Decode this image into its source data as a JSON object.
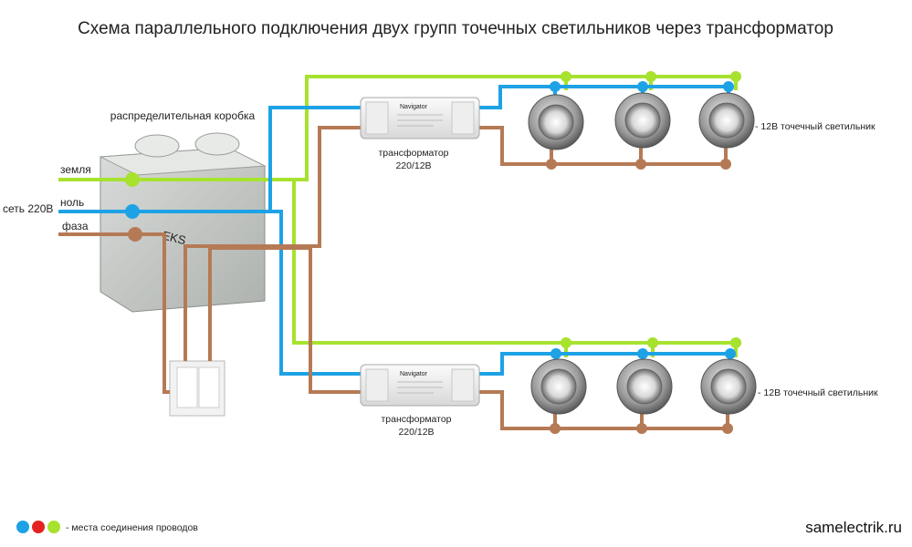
{
  "title": "Схема параллельного подключения двух групп точечных светильников через трансформатор",
  "box": {
    "label": "распределительная коробка",
    "brand": "EKS"
  },
  "mains": {
    "network": "сеть 220В",
    "earth": "земля",
    "neutral": "ноль",
    "phase": "фаза"
  },
  "transformers": [
    {
      "label_line1": "трансформатор",
      "label_line2": "220/12В",
      "brand": "Navigator"
    },
    {
      "label_line1": "трансформатор",
      "label_line2": "220/12В",
      "brand": "Navigator"
    }
  ],
  "lamp_groups": [
    {
      "label": "- 12В точечный светильник"
    },
    {
      "label": "- 12В точечный светильник"
    }
  ],
  "legend": {
    "text": "- места соединения проводов",
    "colors": [
      "#1ea2e6",
      "#e52222",
      "#a6e22e"
    ]
  },
  "site": "samelectrik.ru",
  "colors": {
    "earth": "#a6e22e",
    "neutral": "#1ea2e6",
    "phase": "#b57a55"
  }
}
